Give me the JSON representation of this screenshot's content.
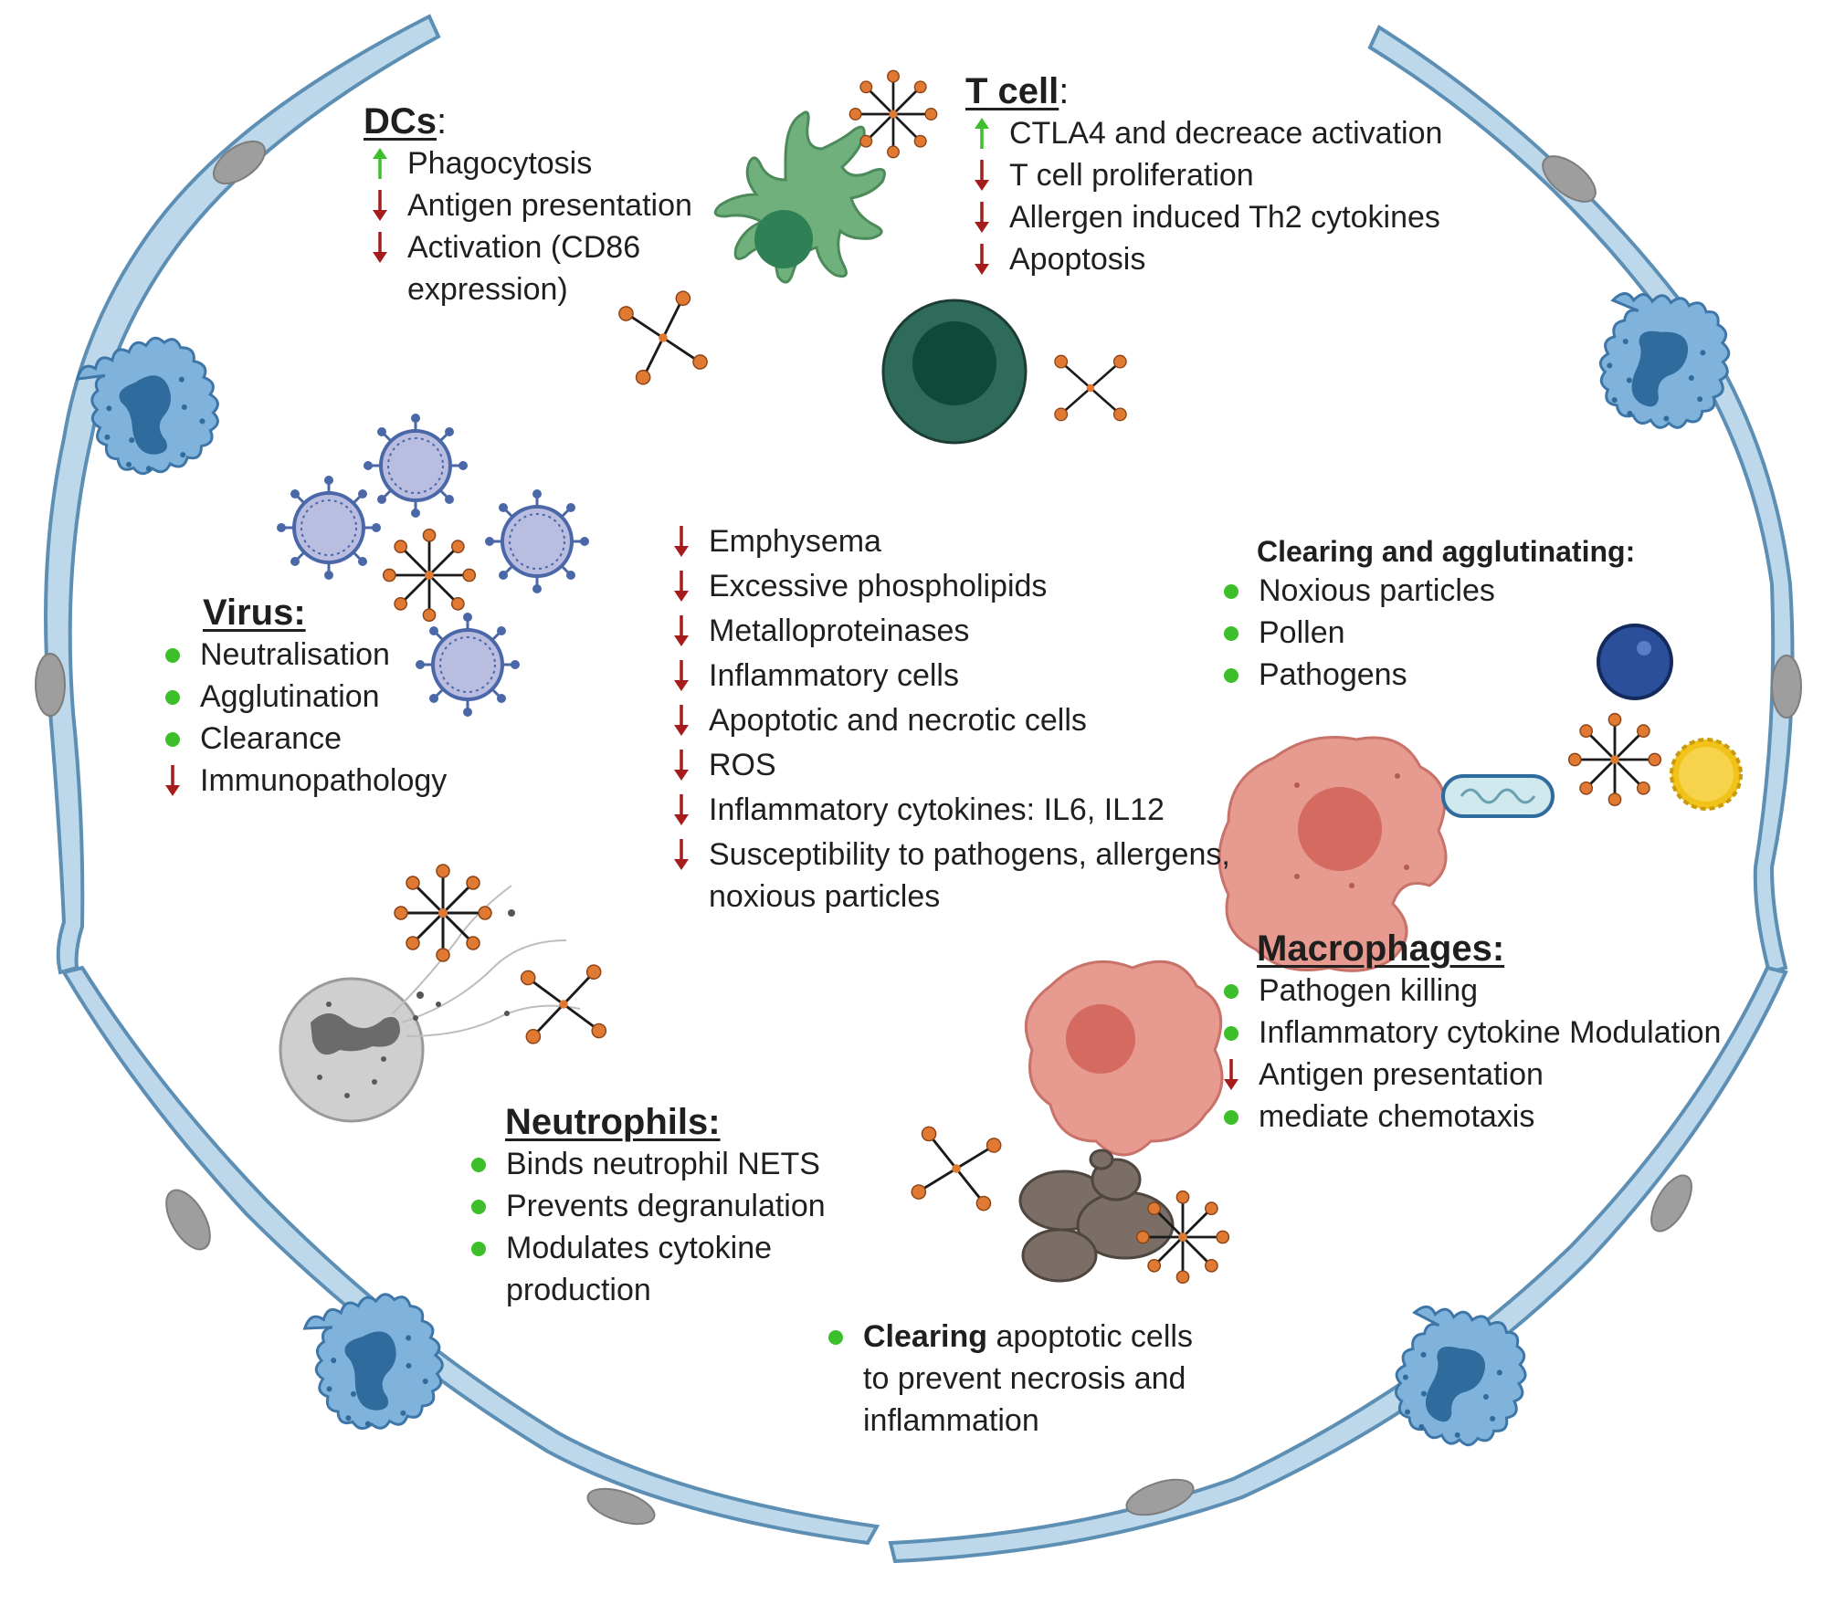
{
  "colors": {
    "up_arrow": "#3cbf2a",
    "down_arrow": "#a61c1c",
    "bullet": "#3cbf2a",
    "epithelium_fill": "#bcd8ea",
    "epithelium_stroke": "#5d8fb5",
    "macrophage_fill": "#e79a8f",
    "dc_fill": "#6fb07d",
    "tcell_fill": "#2f6b5b",
    "virus_fill": "#b9bde0",
    "neutrophil_fill": "#cfcfcf",
    "protein_orange": "#e07a32"
  },
  "dcs": {
    "title": "DCs",
    "suffix": ":",
    "items": [
      {
        "marker": "up",
        "text": "Phagocytosis"
      },
      {
        "marker": "down",
        "text": "Antigen presentation"
      },
      {
        "marker": "down",
        "text": "Activation (CD86 expression)"
      }
    ]
  },
  "tcell": {
    "title": "T cell",
    "suffix": ":",
    "items": [
      {
        "marker": "up",
        "text": "CTLA4 and decreace activation"
      },
      {
        "marker": "down",
        "text": "T cell proliferation"
      },
      {
        "marker": "down",
        "text": "Allergen induced Th2 cytokines"
      },
      {
        "marker": "down",
        "text": "Apoptosis"
      }
    ]
  },
  "virus": {
    "title": "Virus:",
    "items": [
      {
        "marker": "dot",
        "text": "Neutralisation"
      },
      {
        "marker": "dot",
        "text": "Agglutination"
      },
      {
        "marker": "dot",
        "text": "Clearance"
      },
      {
        "marker": "down",
        "text": "Immunopathology"
      }
    ]
  },
  "center": {
    "items": [
      {
        "marker": "down",
        "text": "Emphysema"
      },
      {
        "marker": "down",
        "text": "Excessive phospholipids"
      },
      {
        "marker": "down",
        "text": "Metalloproteinases"
      },
      {
        "marker": "down",
        "text": "Inflammatory cells"
      },
      {
        "marker": "down",
        "text": "Apoptotic and necrotic cells"
      },
      {
        "marker": "down",
        "text": "ROS"
      },
      {
        "marker": "down",
        "text": "Inflammatory cytokines: IL6, IL12"
      },
      {
        "marker": "down",
        "text": "Susceptibility to pathogens, allergens, noxious particles"
      }
    ]
  },
  "clearing_agglutinating": {
    "title": "Clearing and agglutinating:",
    "items": [
      {
        "marker": "dot",
        "text": "Noxious particles"
      },
      {
        "marker": "dot",
        "text": "Pollen"
      },
      {
        "marker": "dot",
        "text": "Pathogens"
      }
    ]
  },
  "macrophages": {
    "title": "Macrophages:",
    "items": [
      {
        "marker": "dot",
        "text": "Pathogen killing"
      },
      {
        "marker": "dot",
        "text": "Inflammatory cytokine Modulation"
      },
      {
        "marker": "down",
        "text": "Antigen presentation"
      },
      {
        "marker": "dot",
        "text": "mediate chemotaxis"
      }
    ]
  },
  "neutrophils": {
    "title": "Neutrophils:",
    "items": [
      {
        "marker": "dot",
        "text": "Binds neutrophil NETS"
      },
      {
        "marker": "dot",
        "text": "Prevents degranulation"
      },
      {
        "marker": "dot",
        "text": "Modulates cytokine production"
      }
    ]
  },
  "apoptotic_clearing": {
    "bold": "Clearing",
    "rest": " apoptotic cells to prevent necrosis and inflammation"
  }
}
